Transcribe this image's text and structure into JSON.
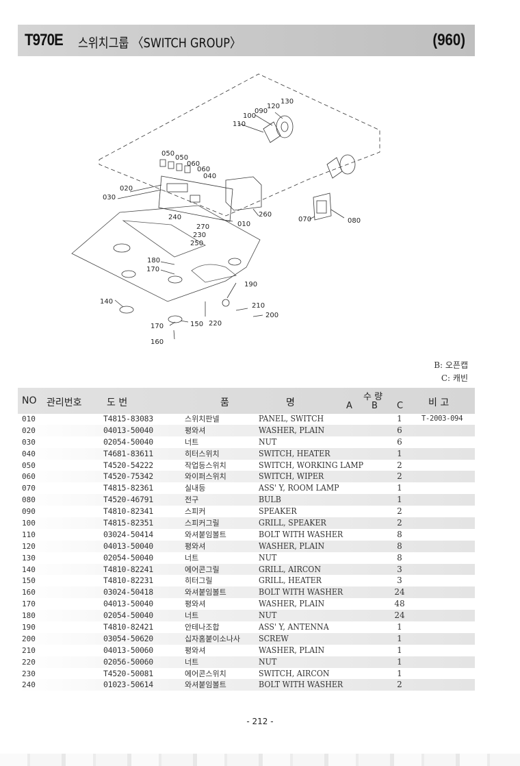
{
  "header": {
    "model": "T970E",
    "title": "스위치그룹 〈SWITCH GROUP〉",
    "group_code": "(960)"
  },
  "diagram": {
    "callouts": [
      "130",
      "120",
      "090",
      "100",
      "110",
      "050",
      "050",
      "060",
      "060",
      "040",
      "020",
      "030",
      "260",
      "010",
      "070",
      "080",
      "240",
      "270",
      "230",
      "250",
      "180",
      "170",
      "190",
      "140",
      "210",
      "200",
      "220",
      "170",
      "150",
      "160"
    ]
  },
  "legend": {
    "b": "B: 오픈캡",
    "c": "C: 캐빈"
  },
  "table": {
    "headers": {
      "no": "NO",
      "mgmt": "관리번호",
      "drawing": "도      번",
      "name_a": "품",
      "name_b": "명",
      "qty": "수 량",
      "qty_a": "A",
      "qty_b": "B",
      "qty_c": "C",
      "remarks": "비   고"
    },
    "rows": [
      {
        "no": "010",
        "part": "T4815-83083",
        "kor": "스위치판넬",
        "eng": "PANEL, SWITCH",
        "qty": "1",
        "remark": "T-2003-094"
      },
      {
        "no": "020",
        "part": "04013-50040",
        "kor": "평와셔",
        "eng": "WASHER, PLAIN",
        "qty": "6",
        "remark": ""
      },
      {
        "no": "030",
        "part": "02054-50040",
        "kor": "너트",
        "eng": "NUT",
        "qty": "6",
        "remark": ""
      },
      {
        "no": "040",
        "part": "T4681-83611",
        "kor": "히터스위치",
        "eng": "SWITCH, HEATER",
        "qty": "1",
        "remark": ""
      },
      {
        "no": "050",
        "part": "T4520-54222",
        "kor": "작업등스위치",
        "eng": "SWITCH, WORKING LAMP",
        "qty": "2",
        "remark": ""
      },
      {
        "no": "060",
        "part": "T4520-75342",
        "kor": "와이퍼스위치",
        "eng": "SWITCH, WIPER",
        "qty": "2",
        "remark": ""
      },
      {
        "no": "070",
        "part": "T4815-82361",
        "kor": "실내등",
        "eng": "ASS' Y, ROOM LAMP",
        "qty": "1",
        "remark": ""
      },
      {
        "no": "080",
        "part": "T4520-46791",
        "kor": "전구",
        "eng": "BULB",
        "qty": "1",
        "remark": ""
      },
      {
        "no": "090",
        "part": "T4810-82341",
        "kor": "스피커",
        "eng": "SPEAKER",
        "qty": "2",
        "remark": ""
      },
      {
        "no": "100",
        "part": "T4815-82351",
        "kor": "스피커그릴",
        "eng": "GRILL, SPEAKER",
        "qty": "2",
        "remark": ""
      },
      {
        "no": "110",
        "part": "03024-50414",
        "kor": "와셔붙임볼트",
        "eng": "BOLT WITH WASHER",
        "qty": "8",
        "remark": ""
      },
      {
        "no": "120",
        "part": "04013-50040",
        "kor": "평와셔",
        "eng": "WASHER, PLAIN",
        "qty": "8",
        "remark": ""
      },
      {
        "no": "130",
        "part": "02054-50040",
        "kor": "너트",
        "eng": "NUT",
        "qty": "8",
        "remark": ""
      },
      {
        "no": "140",
        "part": "T4810-82241",
        "kor": "에어콘그릴",
        "eng": "GRILL, AIRCON",
        "qty": "3",
        "remark": ""
      },
      {
        "no": "150",
        "part": "T4810-82231",
        "kor": "히터그릴",
        "eng": "GRILL, HEATER",
        "qty": "3",
        "remark": ""
      },
      {
        "no": "160",
        "part": "03024-50418",
        "kor": "와셔붙임볼트",
        "eng": "BOLT WITH WASHER",
        "qty": "24",
        "remark": ""
      },
      {
        "no": "170",
        "part": "04013-50040",
        "kor": "평와셔",
        "eng": "WASHER, PLAIN",
        "qty": "48",
        "remark": ""
      },
      {
        "no": "180",
        "part": "02054-50040",
        "kor": "너트",
        "eng": "NUT",
        "qty": "24",
        "remark": ""
      },
      {
        "no": "190",
        "part": "T4810-82421",
        "kor": "안테나조합",
        "eng": "ASS' Y, ANTENNA",
        "qty": "1",
        "remark": ""
      },
      {
        "no": "200",
        "part": "03054-50620",
        "kor": "십자홈붙이소나사",
        "eng": "SCREW",
        "qty": "1",
        "remark": ""
      },
      {
        "no": "210",
        "part": "04013-50060",
        "kor": "평와셔",
        "eng": "WASHER, PLAIN",
        "qty": "1",
        "remark": ""
      },
      {
        "no": "220",
        "part": "02056-50060",
        "kor": "너트",
        "eng": "NUT",
        "qty": "1",
        "remark": ""
      },
      {
        "no": "230",
        "part": "T4520-50081",
        "kor": "에어콘스위치",
        "eng": "SWITCH, AIRCON",
        "qty": "1",
        "remark": ""
      },
      {
        "no": "240",
        "part": "01023-50614",
        "kor": "와셔붙임볼트",
        "eng": "BOLT WITH WASHER",
        "qty": "2",
        "remark": ""
      }
    ]
  },
  "footer": {
    "page_number": "- 212 -"
  }
}
